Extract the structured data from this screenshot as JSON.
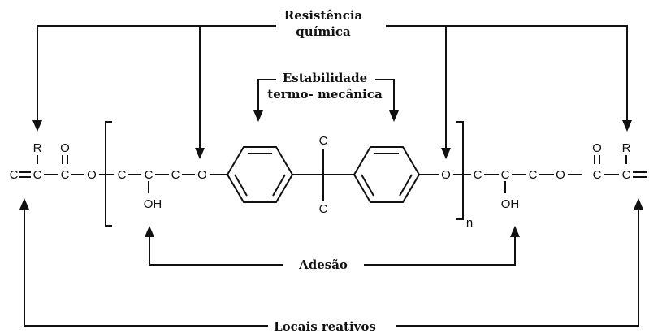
{
  "labels": {
    "resistencia_line1": "Resistência",
    "resistencia_line2": "química",
    "estabilidade_line1": "Estabilidade",
    "estabilidade_line2": "termo- mecânica",
    "adesao": "Adesão",
    "locais": "Locais reativos"
  },
  "atoms": {
    "c": "C",
    "o": "O",
    "r": "R",
    "oh": "OH",
    "n": "n"
  }
}
